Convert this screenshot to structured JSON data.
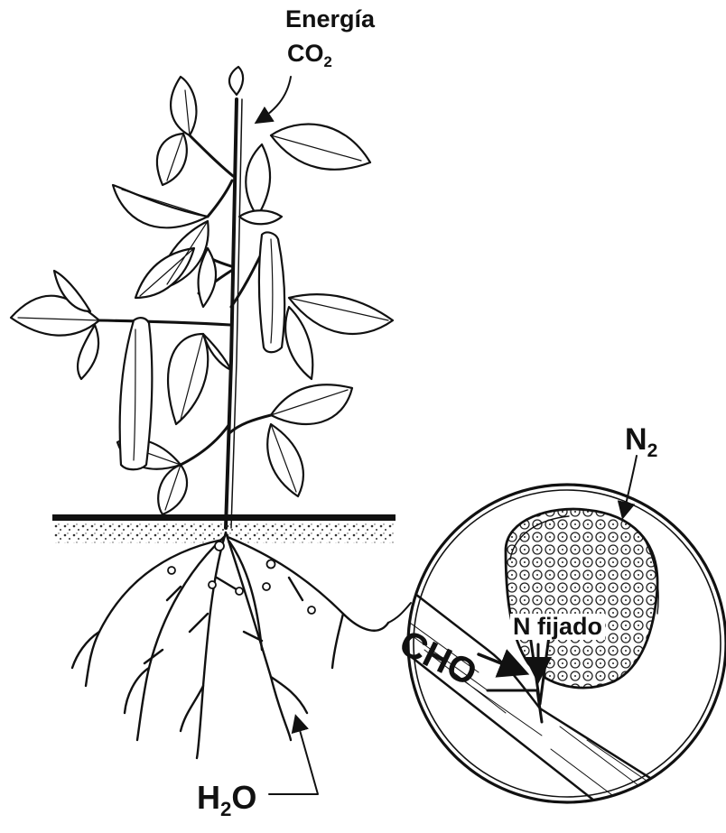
{
  "labels": {
    "energy": "Energía",
    "co2": "CO",
    "co2_sub": "2",
    "n2": "N",
    "n2_sub": "2",
    "h2o_h": "H",
    "h2o_sub": "2",
    "h2o_o": "O",
    "cho": "CHO",
    "n_fixed": "N fijado"
  },
  "colors": {
    "ink": "#111111",
    "background": "#ffffff"
  }
}
